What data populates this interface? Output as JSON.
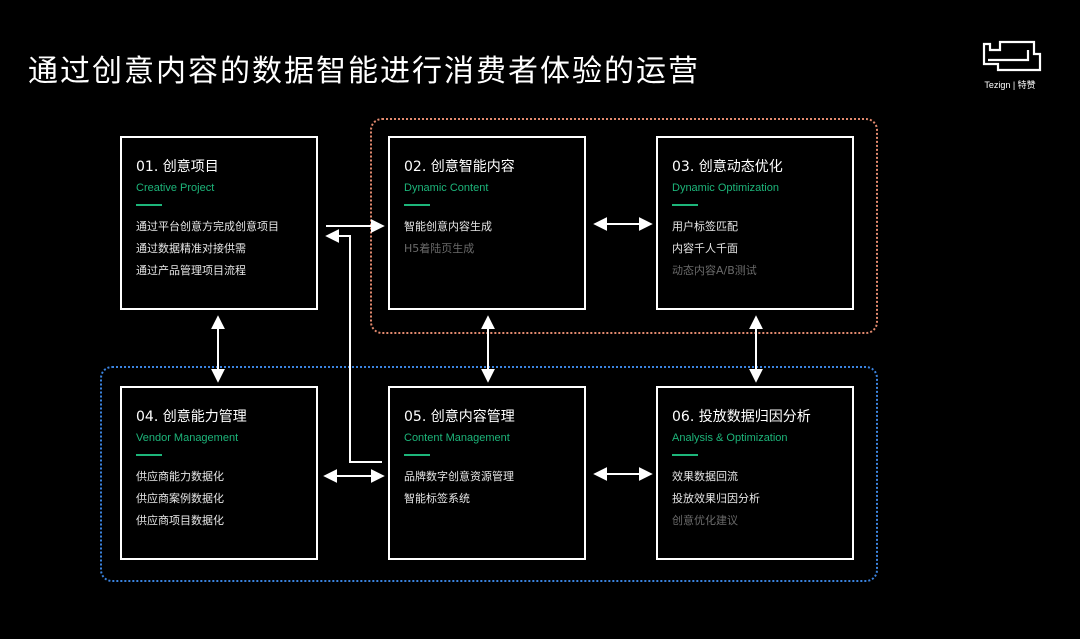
{
  "title": "通过创意内容的数据智能进行消费者体验的运营",
  "logo": {
    "text": "Tezign | 特赞"
  },
  "colors": {
    "accent_green": "#1db57a",
    "group_orange": "#e38a6f",
    "group_blue": "#3b84e0",
    "inactive_text": "#6a6a6a"
  },
  "cards": [
    {
      "title": "01. 创意项目",
      "subtitle": "Creative Project",
      "items": [
        {
          "text": "通过平台创意方完成创意项目",
          "active": true
        },
        {
          "text": "通过数据精准对接供需",
          "active": true
        },
        {
          "text": "通过产品管理项目流程",
          "active": true
        }
      ]
    },
    {
      "title": "02. 创意智能内容",
      "subtitle": "Dynamic Content",
      "items": [
        {
          "text": "智能创意内容生成",
          "active": true
        },
        {
          "text": "H5着陆页生成",
          "active": false
        }
      ]
    },
    {
      "title": "03. 创意动态优化",
      "subtitle": "Dynamic Optimization",
      "items": [
        {
          "text": "用户标签匹配",
          "active": true
        },
        {
          "text": "内容千人千面",
          "active": true
        },
        {
          "text": "动态内容A/B测试",
          "active": false
        }
      ]
    },
    {
      "title": "04. 创意能力管理",
      "subtitle": "Vendor Management",
      "items": [
        {
          "text": "供应商能力数据化",
          "active": true
        },
        {
          "text": "供应商案例数据化",
          "active": true
        },
        {
          "text": "供应商项目数据化",
          "active": true
        }
      ]
    },
    {
      "title": "05. 创意内容管理",
      "subtitle": "Content Management",
      "items": [
        {
          "text": "品牌数字创意资源管理",
          "active": true
        },
        {
          "text": "智能标签系统",
          "active": true
        }
      ]
    },
    {
      "title": "06. 投放数据归因分析",
      "subtitle": "Analysis & Optimization",
      "items": [
        {
          "text": "效果数据回流",
          "active": true
        },
        {
          "text": "投放效果归因分析",
          "active": true
        },
        {
          "text": "创意优化建议",
          "active": false
        }
      ]
    }
  ]
}
